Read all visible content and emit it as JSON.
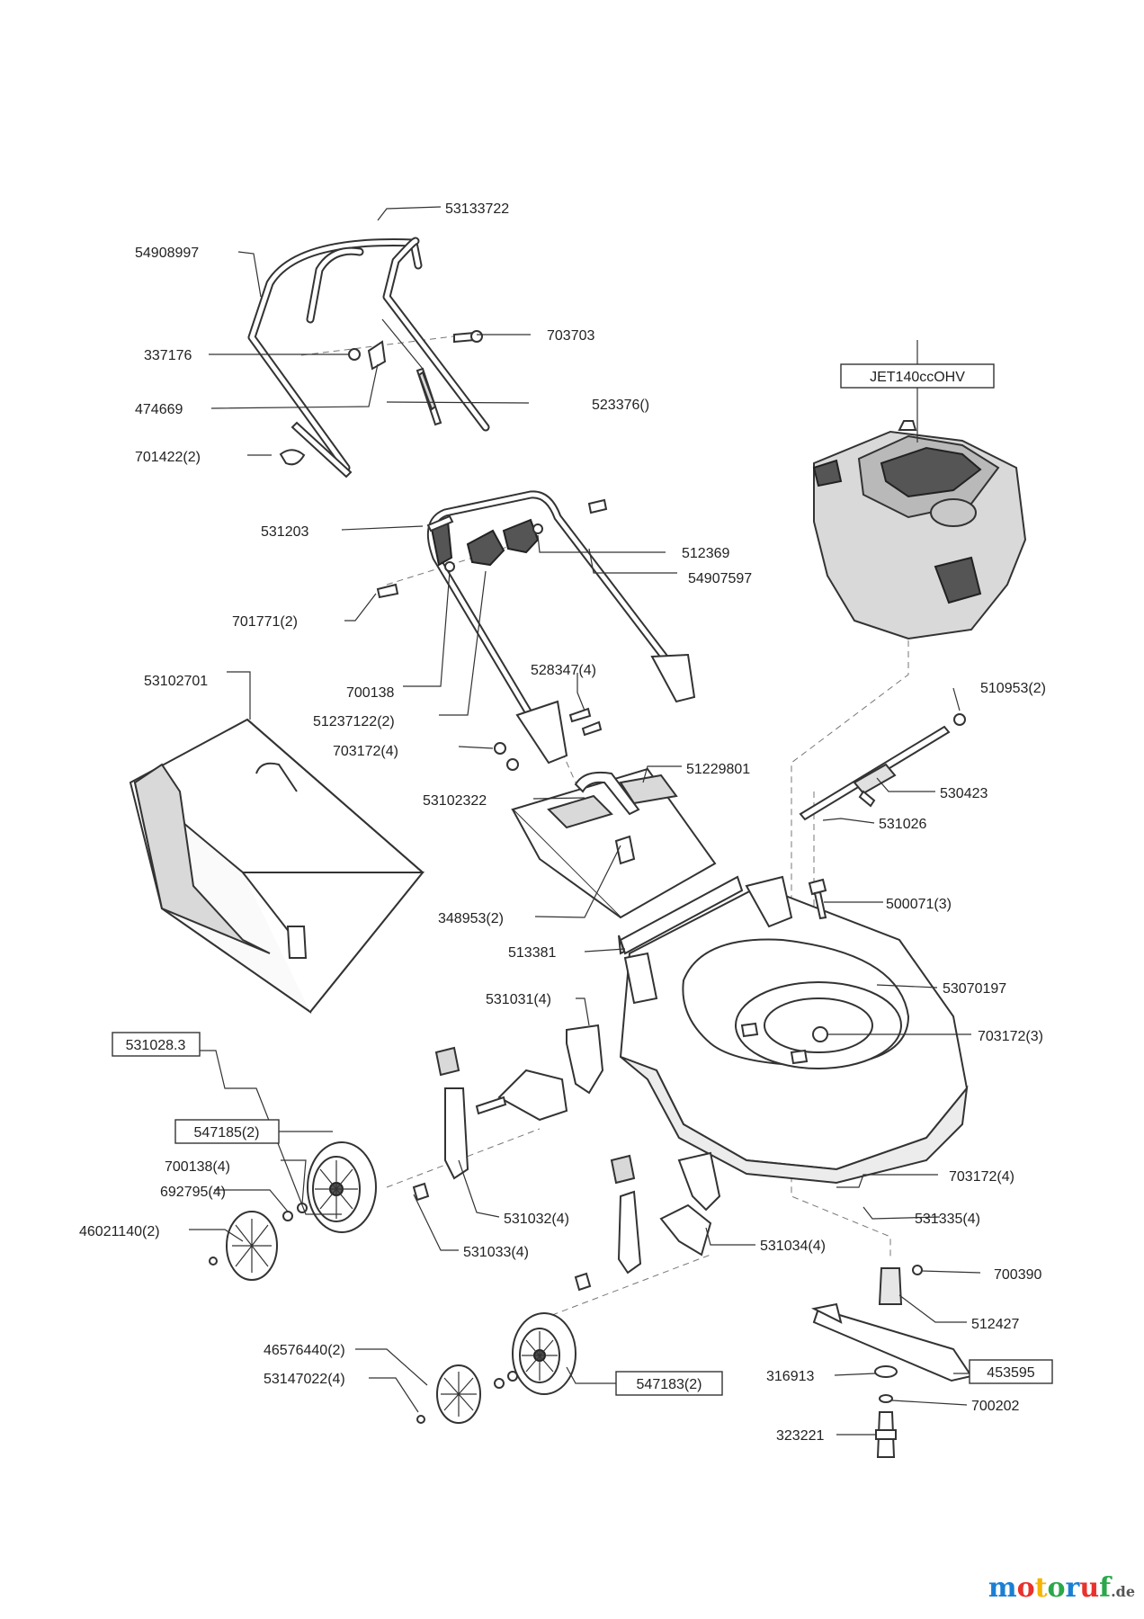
{
  "diagram": {
    "labels": [
      {
        "id": "l53133722",
        "text": "53133722"
      },
      {
        "id": "l54908997",
        "text": "54908997"
      },
      {
        "id": "l703703",
        "text": "703703"
      },
      {
        "id": "l337176",
        "text": "337176"
      },
      {
        "id": "l474669",
        "text": "474669"
      },
      {
        "id": "l523376",
        "text": "523376()"
      },
      {
        "id": "l701422",
        "text": "701422(2)"
      },
      {
        "id": "l531203",
        "text": "531203"
      },
      {
        "id": "l512369",
        "text": "512369"
      },
      {
        "id": "l54907597",
        "text": "54907597"
      },
      {
        "id": "l701771",
        "text": "701771(2)"
      },
      {
        "id": "l53102701",
        "text": "53102701"
      },
      {
        "id": "l528347",
        "text": "528347(4)"
      },
      {
        "id": "l700138",
        "text": "700138"
      },
      {
        "id": "l51237122",
        "text": "51237122(2)"
      },
      {
        "id": "l703172a",
        "text": "703172(4)"
      },
      {
        "id": "l51229801",
        "text": "51229801"
      },
      {
        "id": "l53102322",
        "text": "53102322"
      },
      {
        "id": "l348953",
        "text": "348953(2)"
      },
      {
        "id": "l513381",
        "text": "513381"
      },
      {
        "id": "l531031",
        "text": "531031(4)"
      },
      {
        "id": "l510953",
        "text": "510953(2)"
      },
      {
        "id": "l530423",
        "text": "530423"
      },
      {
        "id": "l531026",
        "text": "531026"
      },
      {
        "id": "l500071",
        "text": "500071(3)"
      },
      {
        "id": "l53070197",
        "text": "53070197"
      },
      {
        "id": "l703172b",
        "text": "703172(3)"
      },
      {
        "id": "l700138b",
        "text": "700138(4)"
      },
      {
        "id": "l692795",
        "text": "692795(4)"
      },
      {
        "id": "l46021140",
        "text": "46021140(2)"
      },
      {
        "id": "l531032",
        "text": "531032(4)"
      },
      {
        "id": "l531033",
        "text": "531033(4)"
      },
      {
        "id": "l531034",
        "text": "531034(4)"
      },
      {
        "id": "l703172c",
        "text": "703172(4)"
      },
      {
        "id": "l531335",
        "text": "531335(4)"
      },
      {
        "id": "l700390",
        "text": "700390"
      },
      {
        "id": "l512427",
        "text": "512427"
      },
      {
        "id": "l46576440",
        "text": "46576440(2)"
      },
      {
        "id": "l53147022",
        "text": "53147022(4)"
      },
      {
        "id": "l316913",
        "text": "316913"
      },
      {
        "id": "l700202",
        "text": "700202"
      },
      {
        "id": "l323221",
        "text": "323221"
      }
    ],
    "boxed_labels": [
      {
        "id": "b_engine",
        "text": "JET140ccOHV"
      },
      {
        "id": "b_531028",
        "text": "531028.3"
      },
      {
        "id": "b_547185",
        "text": "547185(2)"
      },
      {
        "id": "b_547183",
        "text": "547183(2)"
      },
      {
        "id": "b_453595",
        "text": "453595"
      }
    ]
  },
  "watermark": {
    "text_main": "motoruf",
    "text_suffix": ".de",
    "colors": [
      "#1a7fd4",
      "#e8322d",
      "#f5b400",
      "#2aa84a",
      "#1a7fd4",
      "#e8322d",
      "#2aa84a"
    ]
  }
}
